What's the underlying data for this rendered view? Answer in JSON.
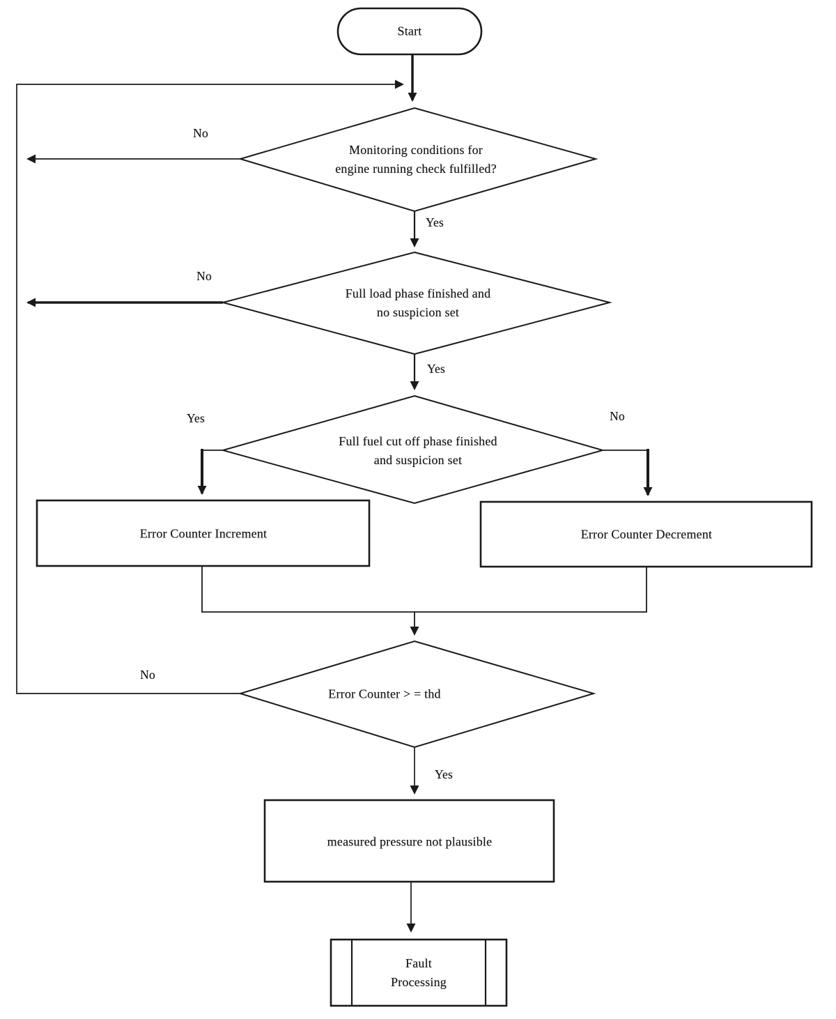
{
  "colors": {
    "ink": "#1a1a1a",
    "background": "#ffffff"
  },
  "nodes": {
    "start": {
      "type": "terminator",
      "label": "Start"
    },
    "decision_monitoring": {
      "type": "decision",
      "lines": [
        "Monitoring conditions for",
        "engine running check fulfilled?"
      ]
    },
    "decision_full_load": {
      "type": "decision",
      "lines": [
        "Full load phase finished and",
        "no suspicion set"
      ]
    },
    "decision_fuel_cut_off": {
      "type": "decision",
      "lines": [
        "Full fuel cut off phase finished",
        "and suspicion set"
      ]
    },
    "process_increment": {
      "type": "process",
      "label": "Error Counter Increment"
    },
    "process_decrement": {
      "type": "process",
      "label": "Error Counter Decrement"
    },
    "decision_error_counter": {
      "type": "decision",
      "label": "Error Counter > = thd"
    },
    "process_not_plausible": {
      "type": "process",
      "label": "measured pressure not plausible"
    },
    "process_fault": {
      "type": "predefined-process",
      "lines": [
        "Fault",
        "Processing"
      ]
    }
  },
  "edge_labels": {
    "monitoring_no": "No",
    "monitoring_yes": "Yes",
    "full_load_no": "No",
    "full_load_yes": "Yes",
    "fuel_cut_yes": "Yes",
    "fuel_cut_no": "No",
    "error_counter_no": "No",
    "error_counter_yes": "Yes"
  }
}
